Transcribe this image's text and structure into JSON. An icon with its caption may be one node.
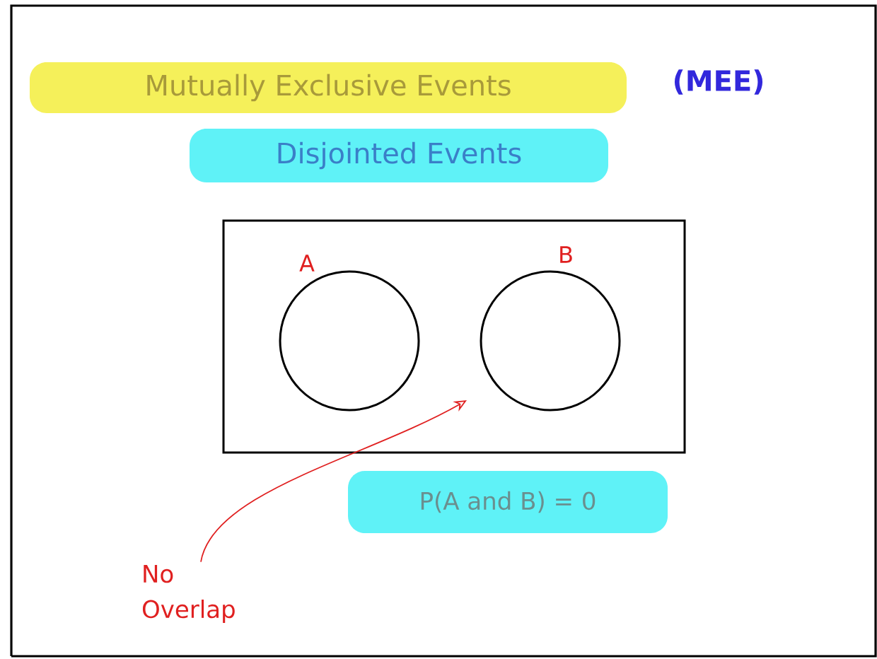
{
  "diagram": {
    "nodes": [
      {
        "text": [
          "Mutually Exclusive Events"
        ]
      },
      {
        "text": [
          "Disjointed Events"
        ]
      },
      {
        "text": [],
        "shape": "box"
      },
      {
        "text": [
          "A"
        ],
        "in": 2
      },
      {
        "text": [
          "B"
        ],
        "in": 2
      },
      {
        "text": [
          "P(A and B) = 0"
        ]
      },
      {
        "text": [
          "No Overlap"
        ]
      }
    ],
    "edges": [
      {
        "from": 6,
        "to": 2,
        "arrow": "to",
        "color": "#e02020"
      }
    ],
    "labels": [
      "(MEE)"
    ]
  }
}
